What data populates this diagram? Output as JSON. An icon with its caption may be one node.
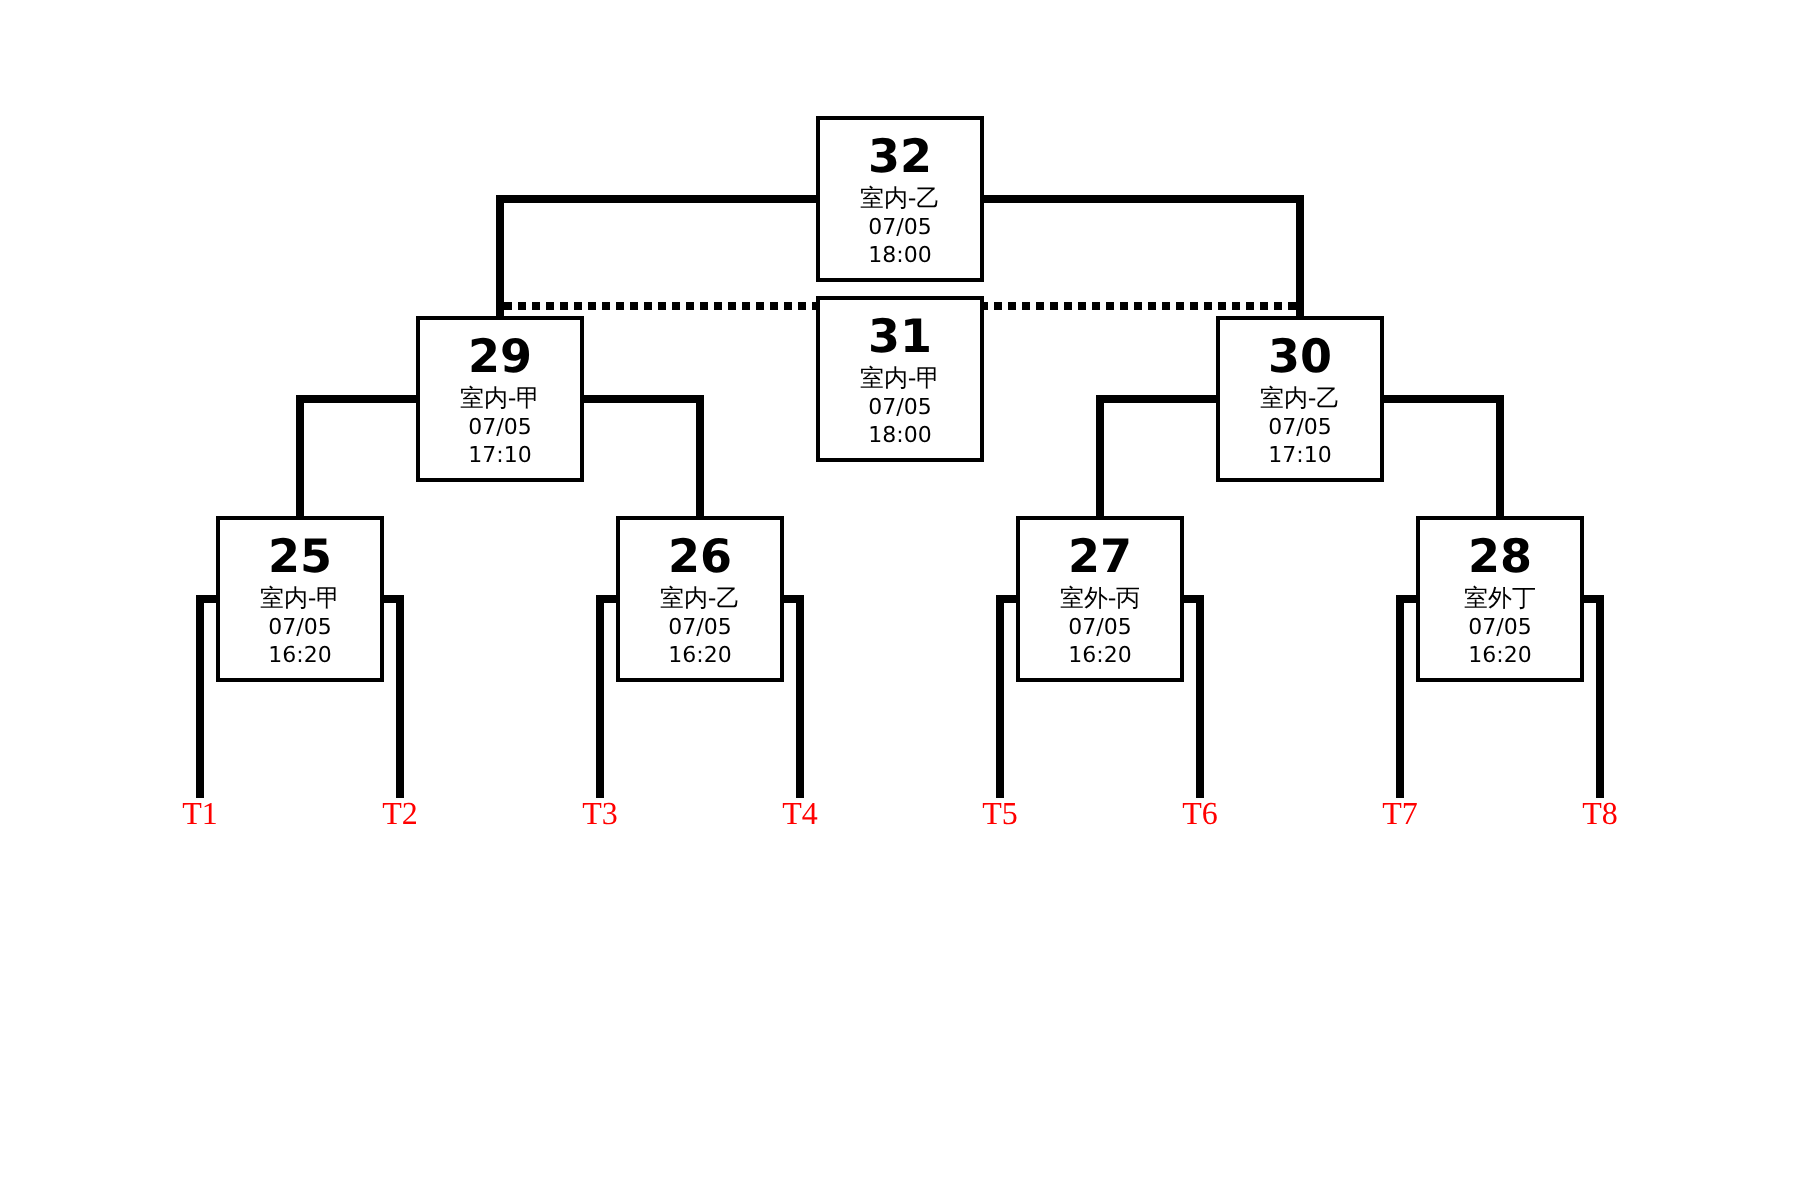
{
  "diagram": {
    "nodes": [
      {
        "text": [
          "32",
          "室内-乙",
          "07/05",
          "18:00"
        ]
      },
      {
        "text": [
          "29",
          "室内-甲",
          "07/05",
          "17:10"
        ]
      },
      {
        "text": [
          "31",
          "室内-甲",
          "07/05",
          "18:00"
        ]
      },
      {
        "text": [
          "30",
          "室内-乙",
          "07/05",
          "17:10"
        ]
      },
      {
        "text": [
          "25",
          "室内-甲",
          "07/05",
          "16:20"
        ]
      },
      {
        "text": [
          "26",
          "室内-乙",
          "07/05",
          "16:20"
        ]
      },
      {
        "text": [
          "27",
          "室外-丙",
          "07/05",
          "16:20"
        ]
      },
      {
        "text": [
          "28",
          "室外丁",
          "07/05",
          "16:20"
        ]
      },
      {
        "text": [
          "T1"
        ]
      },
      {
        "text": [
          "T2"
        ]
      },
      {
        "text": [
          "T3"
        ]
      },
      {
        "text": [
          "T4"
        ]
      },
      {
        "text": [
          "T5"
        ]
      },
      {
        "text": [
          "T6"
        ]
      },
      {
        "text": [
          "T7"
        ]
      },
      {
        "text": [
          "T8"
        ]
      }
    ],
    "edges": [
      {
        "from": 0,
        "to": 1,
        "arrow": "none"
      },
      {
        "from": 0,
        "to": 3,
        "arrow": "none"
      },
      {
        "from": 1,
        "to": 2,
        "arrow": "none",
        "style": "dashed"
      },
      {
        "from": 3,
        "to": 2,
        "arrow": "none",
        "style": "dashed"
      },
      {
        "from": 1,
        "to": 4,
        "arrow": "none"
      },
      {
        "from": 1,
        "to": 5,
        "arrow": "none"
      },
      {
        "from": 3,
        "to": 6,
        "arrow": "none"
      },
      {
        "from": 3,
        "to": 7,
        "arrow": "none"
      },
      {
        "from": 4,
        "to": 8,
        "arrow": "none"
      },
      {
        "from": 4,
        "to": 9,
        "arrow": "none"
      },
      {
        "from": 5,
        "to": 10,
        "arrow": "none"
      },
      {
        "from": 5,
        "to": 11,
        "arrow": "none"
      },
      {
        "from": 6,
        "to": 12,
        "arrow": "none"
      },
      {
        "from": 6,
        "to": 13,
        "arrow": "none"
      },
      {
        "from": 7,
        "to": 14,
        "arrow": "none"
      },
      {
        "from": 7,
        "to": 15,
        "arrow": "none"
      }
    ]
  }
}
